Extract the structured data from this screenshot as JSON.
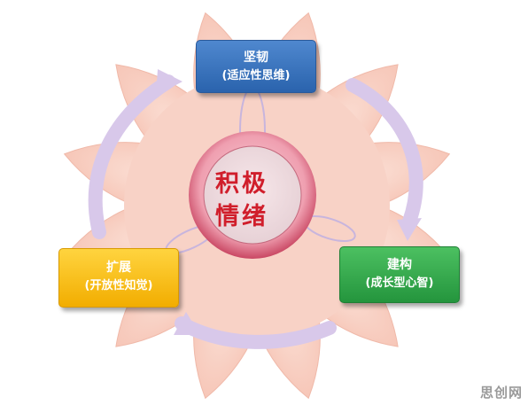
{
  "center": {
    "line1": "积极",
    "line2": "情绪"
  },
  "boxes": {
    "top": {
      "title": "坚韧",
      "subtitle": "(适应性思维)",
      "color": "#3a75c4"
    },
    "left": {
      "title": "扩展",
      "subtitle": "(开放性知觉)",
      "color": "#f5b800"
    },
    "right": {
      "title": "建构",
      "subtitle": "(成长型心智)",
      "color": "#33a84b"
    }
  },
  "watermark": "思创网",
  "colors": {
    "petal": "#f8cfc3",
    "ring": "#d9748a",
    "arrow": "#d8c8ea",
    "text": "#d01e2b"
  }
}
